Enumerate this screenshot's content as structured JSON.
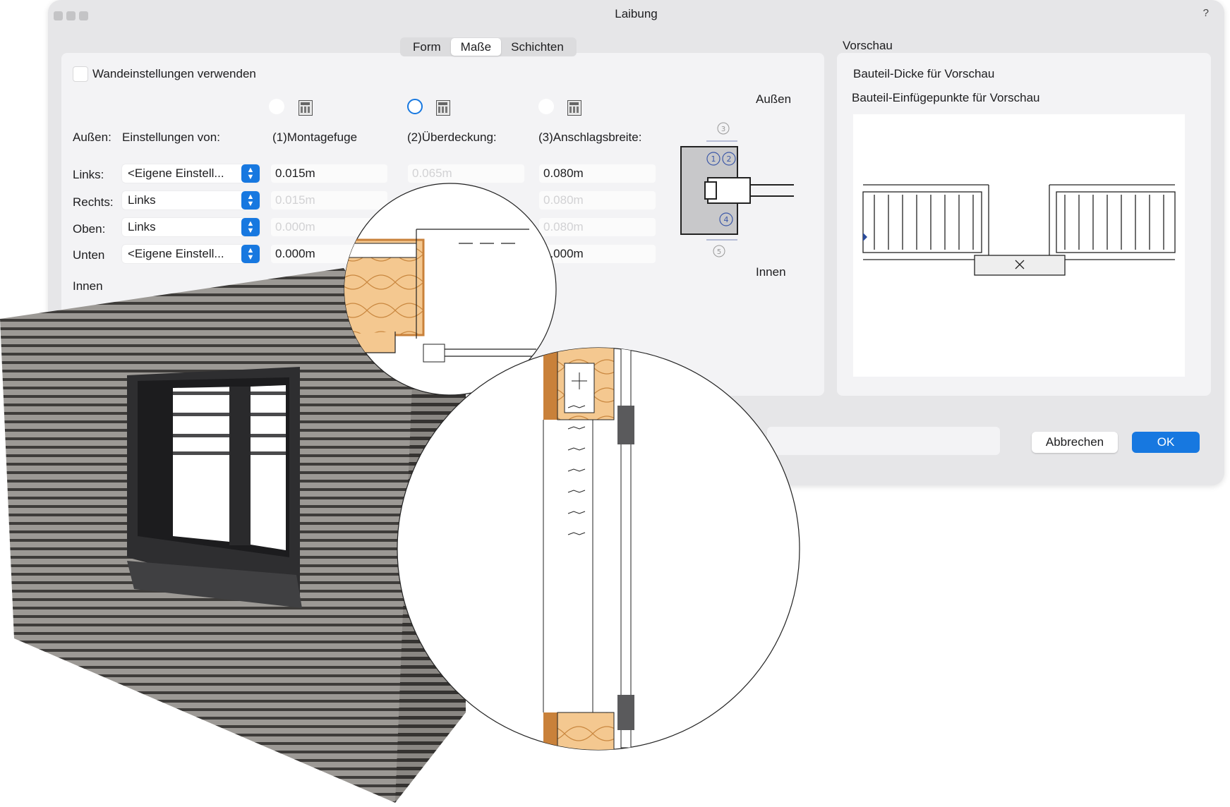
{
  "dialog": {
    "title": "Laibung",
    "help": "?",
    "tabs": [
      {
        "label": "Form",
        "active": false
      },
      {
        "label": "Maße",
        "active": true
      },
      {
        "label": "Schichten",
        "active": false
      }
    ],
    "use_wall_settings": {
      "label": "Wandeinstellungen verwenden",
      "checked": false
    },
    "side_outer": "Außen",
    "side_inner": "Innen",
    "outer_prefix": "Außen:",
    "inner_label": "Innen",
    "settings_from_header": "Einstellungen von:",
    "columns": [
      {
        "label": "(1)Montagefuge",
        "selected": false
      },
      {
        "label": "(2)Überdeckung:",
        "selected": true
      },
      {
        "label": "(3)Anschlagsbreite:",
        "selected": false
      }
    ],
    "rows": [
      {
        "label": "Links:",
        "select": "<Eigene Einstell...",
        "col1": "0.015m",
        "col1_enabled": true,
        "col2": "0.065m",
        "col2_enabled": false,
        "col3": "0.080m",
        "col3_enabled": true
      },
      {
        "label": "Rechts:",
        "select": "Links",
        "col1": "0.015m",
        "col1_enabled": false,
        "col2": "",
        "col2_enabled": false,
        "col3": "0.080m",
        "col3_enabled": false
      },
      {
        "label": "Oben:",
        "select": "Links",
        "col1": "0.000m",
        "col1_enabled": false,
        "col2": "",
        "col2_enabled": false,
        "col3": "0.080m",
        "col3_enabled": false
      },
      {
        "label": "Unten",
        "select": "<Eigene Einstell...",
        "col1": "0.000m",
        "col1_enabled": true,
        "col2": "",
        "col2_enabled": false,
        "col3": "0.000m",
        "col3_enabled": true
      }
    ],
    "diagram_markers": [
      "1",
      "2",
      "3",
      "4",
      "5"
    ],
    "preview": {
      "title": "Vorschau",
      "thickness_label": "Bauteil-Dicke für Vorschau",
      "insert_points_label": "Bauteil-Einfügepunkte für Vorschau"
    },
    "buttons": {
      "cancel": "Abbrechen",
      "ok": "OK"
    },
    "colors": {
      "accent": "#1778e0",
      "insulation": "#f3c48c",
      "timber": "#c9813a"
    }
  }
}
